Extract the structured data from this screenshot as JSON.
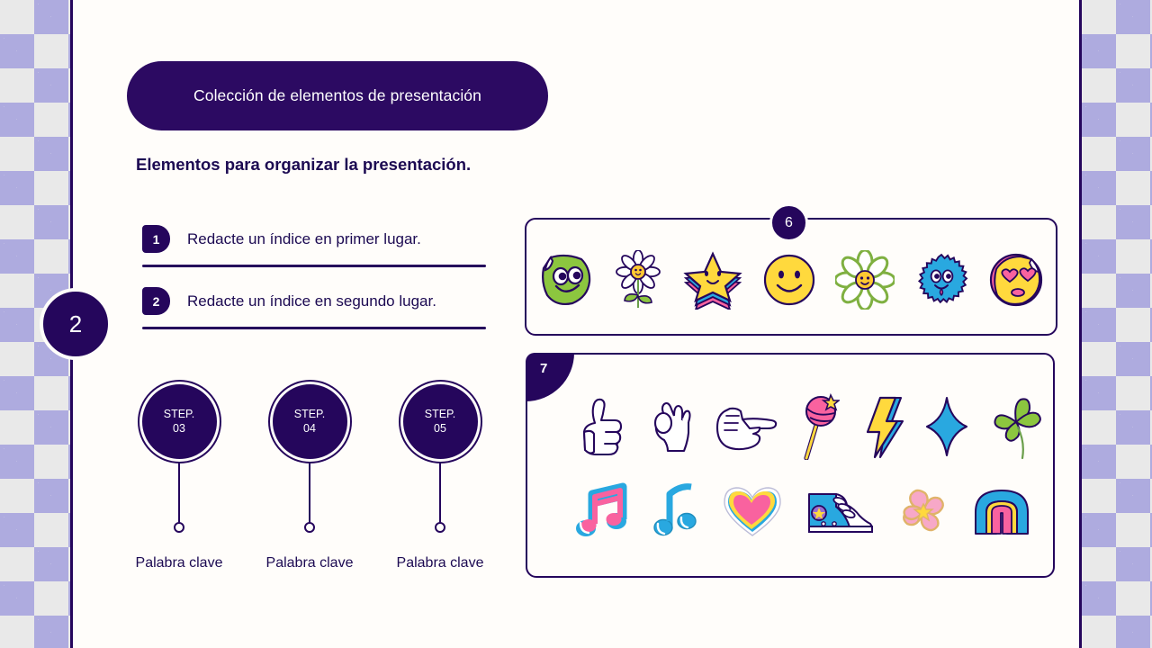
{
  "slide": {
    "section_number": "2",
    "title": "Colección de elementos de presentación",
    "subtitle": "Elementos para organizar la presentación."
  },
  "index_items": [
    {
      "number": "1",
      "text": "Redacte un índice en primer lugar."
    },
    {
      "number": "2",
      "text": "Redacte un índice en segundo lugar."
    }
  ],
  "steps": [
    {
      "prefix": "STEP.",
      "number": "03",
      "label": "Palabra clave"
    },
    {
      "prefix": "STEP.",
      "number": "04",
      "label": "Palabra clave"
    },
    {
      "prefix": "STEP.",
      "number": "05",
      "label": "Palabra clave"
    }
  ],
  "panels": [
    {
      "badge": "6",
      "stickers": [
        "green-smiley-sticker-icon",
        "white-daisy-flower-icon",
        "yellow-star-icon",
        "yellow-smiley-face-icon",
        "green-outline-daisy-icon",
        "blue-spiky-blob-face-icon",
        "heart-eyes-face-icon"
      ]
    },
    {
      "badge": "7",
      "stickers_row1": [
        "thumbs-up-hand-icon",
        "ok-hand-icon",
        "pointing-finger-hand-icon",
        "lollipop-icon",
        "lightning-bolt-icon",
        "sparkle-icon",
        "four-leaf-clover-icon"
      ],
      "stickers_row2": [
        "double-music-note-icon",
        "single-music-note-icon",
        "pink-heart-icon",
        "blue-sneaker-icon",
        "pink-pinwheel-flower-icon",
        "rainbow-icon"
      ]
    }
  ],
  "colors": {
    "dark_purple": "#25065c",
    "title_pill": "#2c0a62",
    "background": "#fffdfa",
    "checker_purple": "#aeabdf",
    "checker_gray": "#e9e9e9",
    "sticker_yellow": "#ffd93d",
    "sticker_pink": "#f9629f",
    "sticker_blue": "#29a8e0",
    "sticker_green": "#8cc63f"
  }
}
